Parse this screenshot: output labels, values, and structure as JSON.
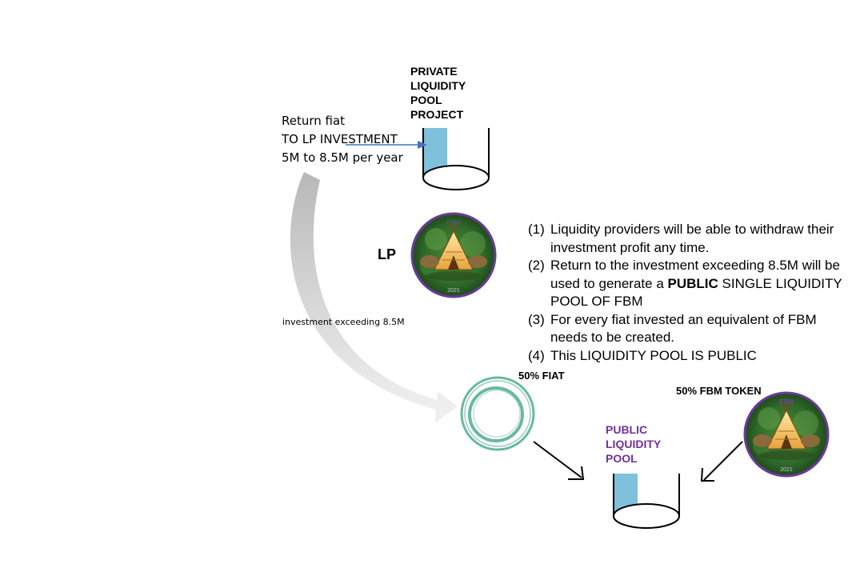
{
  "private_pool": {
    "title": "PRIVATE\nLIQUIDITY\nPOOL\nPROJECT"
  },
  "return_fiat": {
    "text": "Return fiat\nTO LP INVESTMENT\n5M to 8.5M per year"
  },
  "lp": {
    "label": "LP"
  },
  "logo": {
    "top_text": "FBM",
    "bottom_text": "2021"
  },
  "curve": {
    "label": "investment  exceeding  8.5M"
  },
  "notes": [
    {
      "num": "(1)",
      "text": "Liquidity providers will be able to withdraw their investment  profit any time."
    },
    {
      "num": "(2)",
      "text_before": "Return to the investment  exceeding 8.5M will be used to generate a ",
      "text_bold": "PUBLIC",
      "text_after": " SINGLE LIQUIDITY POOL OF FBM"
    },
    {
      "num": "(3)",
      "text": "For every fiat invested an equivalent  of FBM needs to be created."
    },
    {
      "num": "(4)",
      "text": "This LIQUIDITY POOL IS PUBLIC"
    }
  ],
  "fiat": {
    "label": "50% FIAT"
  },
  "fbm_token": {
    "label": "50% FBM TOKEN"
  },
  "public_pool": {
    "title": "PUBLIC\nLIQUIDITY\nPOOL"
  },
  "colors": {
    "liquid": "#7fc0dc",
    "arrow_blue": "#4472c4",
    "coin": "#6ab8a4",
    "purple": "#7030a0",
    "logo_ring": "#6a3a9a",
    "logo_green": "#2f6b2a"
  },
  "icons": {
    "private_pool": "cylinder-container-icon",
    "public_pool": "cylinder-container-icon",
    "lp_logo": "fbm-teepee-logo",
    "fiat": "coin-ring-icon",
    "fbm": "fbm-teepee-logo"
  }
}
